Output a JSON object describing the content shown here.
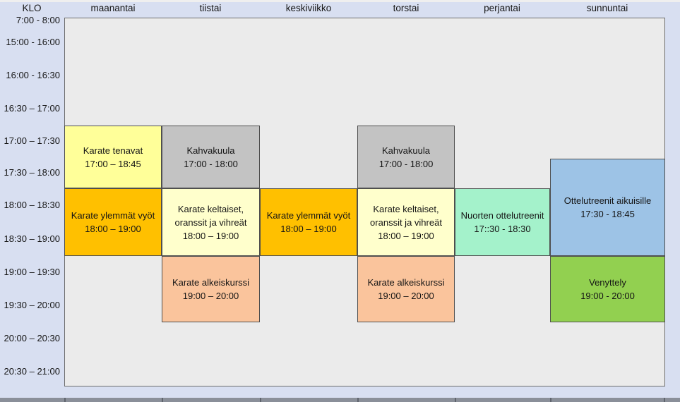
{
  "header": {
    "time_col_label": "KLO",
    "days": [
      "maanantai",
      "tiistai",
      "keskiviikko",
      "torstai",
      "perjantai",
      "sunnuntai"
    ]
  },
  "time_slots": [
    "7:00 - 8:00",
    "15:00 - 16:00",
    "16:00 - 16:30",
    "16:30 – 17:00",
    "17:00 – 17:30",
    "17:30 – 18:00",
    "18:00 – 18:30",
    "18:30 – 19:00",
    "19:00 – 19:30",
    "19:30 – 20:00",
    "20:00 – 20:30",
    "20:30 – 21:00"
  ],
  "events": [
    {
      "day": "maanantai",
      "title": "Karate tenavat",
      "time": "17:00 – 18:45",
      "color": "#FFFF99"
    },
    {
      "day": "maanantai",
      "title": "Karate ylemmät vyöt",
      "time": "18:00 – 19:00",
      "color": "#FFC000"
    },
    {
      "day": "tiistai",
      "title": "Kahvakuula",
      "time": "17:00 - 18:00",
      "color": "#C3C3C3"
    },
    {
      "day": "tiistai",
      "title": "Karate keltaiset, oranssit ja vihreät",
      "time": "18:00 – 19:00",
      "color": "#FFFFCC"
    },
    {
      "day": "tiistai",
      "title": "Karate alkeiskurssi",
      "time": "19:00 – 20:00",
      "color": "#FAC49C"
    },
    {
      "day": "keskiviikko",
      "title": "Karate ylemmät vyöt",
      "time": "18:00 – 19:00",
      "color": "#FFC000"
    },
    {
      "day": "torstai",
      "title": "Kahvakuula",
      "time": "17:00 - 18:00",
      "color": "#C3C3C3"
    },
    {
      "day": "torstai",
      "title": "Karate keltaiset, oranssit ja vihreät",
      "time": "18:00 – 19:00",
      "color": "#FFFFCC"
    },
    {
      "day": "torstai",
      "title": "Karate alkeiskurssi",
      "time": "19:00 – 20:00",
      "color": "#FAC49C"
    },
    {
      "day": "perjantai",
      "title": "Nuorten ottelutreenit",
      "time": "17::30 - 18:30",
      "color": "#A4F2CB"
    },
    {
      "day": "sunnuntai",
      "title": "Ottelutreenit aikuisille",
      "time": "17:30 - 18:45",
      "color": "#9DC3E6"
    },
    {
      "day": "sunnuntai",
      "title": "Venyttely",
      "time": "19:00 - 20:00",
      "color": "#92D050"
    }
  ],
  "colors": {
    "page_background": "#D8DFF1",
    "grid_background": "#EBEBEB",
    "grid_border": "#6E6E6E",
    "event_border": "#4F4F4F"
  }
}
